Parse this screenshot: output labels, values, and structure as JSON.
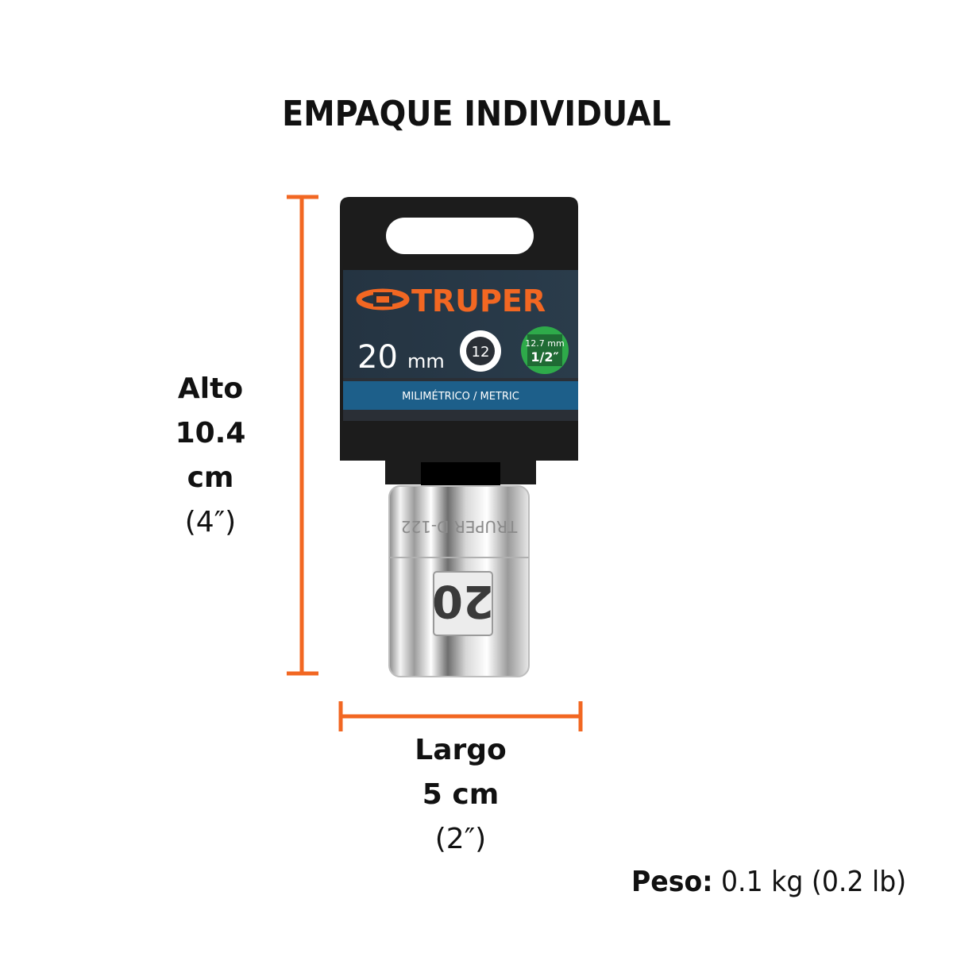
{
  "title": "EMPAQUE INDIVIDUAL",
  "height_dim": {
    "label": "Alto",
    "metric": "10.4 cm",
    "imperial": "(4″)"
  },
  "length_dim": {
    "label": "Largo",
    "metric": "5 cm",
    "imperial": "(2″)"
  },
  "weight": {
    "label": "Peso:",
    "value": "0.1 kg (0.2 lb)"
  },
  "package": {
    "brand": "TRUPER",
    "size": "20",
    "size_unit": "mm",
    "points": "12",
    "drive_mm": "12.7 mm",
    "drive_in": "1/2″",
    "system": "MILIMÉTRICO / METRIC",
    "socket_marking": "20",
    "socket_engraving": "TRUPER D-122"
  },
  "colors": {
    "accent": "#f26722",
    "card": "#1f1f1f",
    "label_blue": "#1d5f8a",
    "drive_green": "#2eaa4a"
  },
  "icons": [
    "truper-logo-icon",
    "12-point-icon"
  ]
}
